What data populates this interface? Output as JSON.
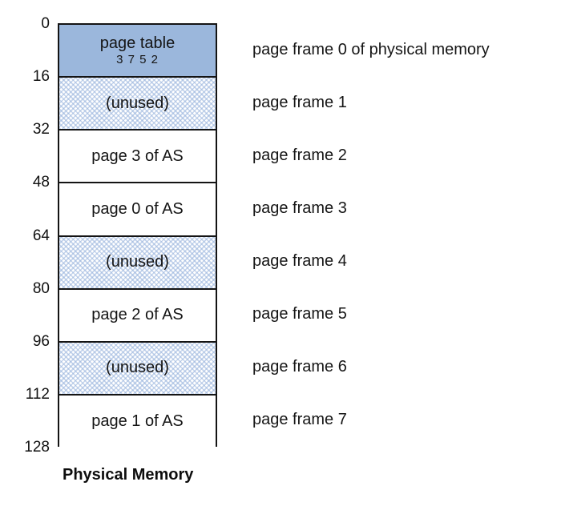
{
  "diagram": {
    "caption": "Physical Memory",
    "colors": {
      "page_table_fill": "#9bb7dc",
      "unused_hatch": "#96b2dc",
      "border": "#141414",
      "text": "#151515",
      "background": "#ffffff"
    },
    "address_axis": {
      "unit_label": "",
      "ticks": [
        "0",
        "16",
        "32",
        "48",
        "64",
        "80",
        "96",
        "112",
        "128"
      ]
    },
    "rows": [
      {
        "label": "page table",
        "sublabel": "3 7 5 2",
        "fill": "page-table",
        "frame_label": "page frame 0 of physical memory",
        "start_address": "0",
        "end_address": "16"
      },
      {
        "label": "(unused)",
        "sublabel": "",
        "fill": "hatch",
        "frame_label": "page frame 1",
        "start_address": "16",
        "end_address": "32"
      },
      {
        "label": "page 3 of AS",
        "sublabel": "",
        "fill": "plain",
        "frame_label": "page frame 2",
        "start_address": "32",
        "end_address": "48"
      },
      {
        "label": "page 0 of AS",
        "sublabel": "",
        "fill": "plain",
        "frame_label": "page frame 3",
        "start_address": "48",
        "end_address": "64"
      },
      {
        "label": "(unused)",
        "sublabel": "",
        "fill": "hatch",
        "frame_label": "page frame 4",
        "start_address": "64",
        "end_address": "80"
      },
      {
        "label": "page 2 of AS",
        "sublabel": "",
        "fill": "plain",
        "frame_label": "page frame 5",
        "start_address": "80",
        "end_address": "96"
      },
      {
        "label": "(unused)",
        "sublabel": "",
        "fill": "hatch",
        "frame_label": "page frame 6",
        "start_address": "96",
        "end_address": "112"
      },
      {
        "label": "page 1 of AS",
        "sublabel": "",
        "fill": "plain",
        "frame_label": "page frame 7",
        "start_address": "112",
        "end_address": "128"
      }
    ]
  }
}
